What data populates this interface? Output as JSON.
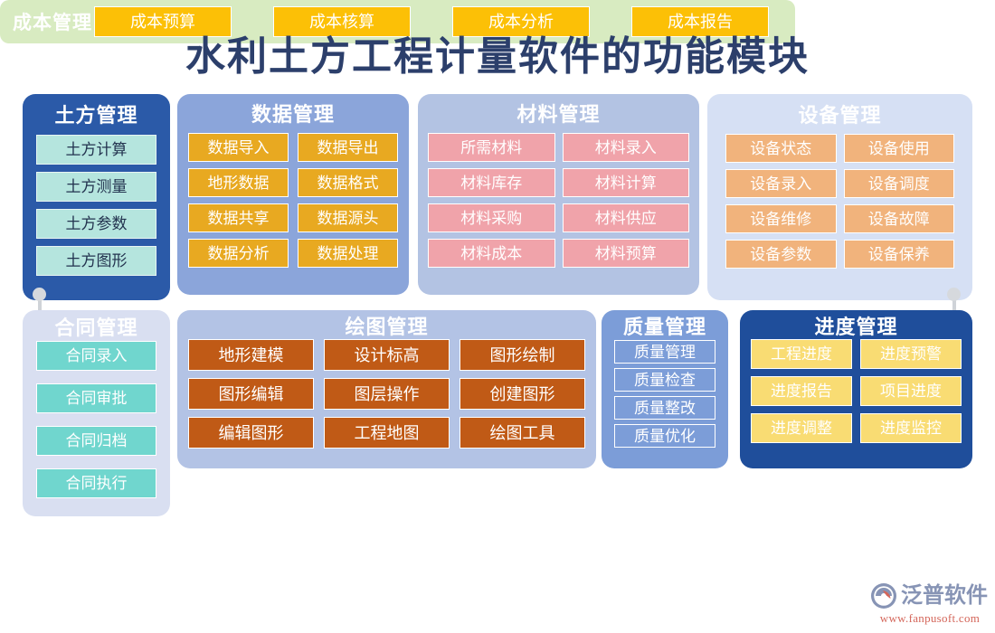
{
  "title": "水利土方工程计量软件的功能模块",
  "panels": {
    "earthwork": {
      "title": "土方管理",
      "items": [
        "土方计算",
        "土方测量",
        "土方参数",
        "土方图形"
      ],
      "bg_color": "#2B5AA8",
      "chip_color": "#B5E5DE"
    },
    "data": {
      "title": "数据管理",
      "items": [
        "数据导入",
        "数据导出",
        "地形数据",
        "数据格式",
        "数据共享",
        "数据源头",
        "数据分析",
        "数据处理"
      ],
      "bg_color": "#8BA5DA",
      "chip_color": "#E8A921"
    },
    "material": {
      "title": "材料管理",
      "items": [
        "所需材料",
        "材料录入",
        "材料库存",
        "材料计算",
        "材料采购",
        "材料供应",
        "材料成本",
        "材料预算"
      ],
      "bg_color": "#B3C3E3",
      "chip_color": "#F0A3AA"
    },
    "equipment": {
      "title": "设备管理",
      "items": [
        "设备状态",
        "设备使用",
        "设备录入",
        "设备调度",
        "设备维修",
        "设备故障",
        "设备参数",
        "设备保养"
      ],
      "bg_color": "#D6E0F4",
      "chip_color": "#F1B37C"
    },
    "contract": {
      "title": "合同管理",
      "items": [
        "合同录入",
        "合同审批",
        "合同归档",
        "合同执行"
      ],
      "bg_color": "#D9DFF1",
      "chip_color": "#70D6CE"
    },
    "drawing": {
      "title": "绘图管理",
      "items": [
        "地形建模",
        "设计标高",
        "图形绘制",
        "图形编辑",
        "图层操作",
        "创建图形",
        "编辑图形",
        "工程地图",
        "绘图工具"
      ],
      "bg_color": "#B3C3E5",
      "chip_color": "#C05A16"
    },
    "quality": {
      "title": "质量管理",
      "items": [
        "质量管理",
        "质量检查",
        "质量整改",
        "质量优化"
      ],
      "bg_color": "#7C9DD8",
      "chip_color": "#7C9DD8"
    },
    "progress": {
      "title": "进度管理",
      "items": [
        "工程进度",
        "进度预警",
        "进度报告",
        "项目进度",
        "进度调整",
        "进度监控"
      ],
      "bg_color": "#1F4E9B",
      "chip_color": "#F9DC73"
    },
    "cost": {
      "title": "成本管理",
      "items": [
        "成本预算",
        "成本核算",
        "成本分析",
        "成本报告"
      ],
      "bg_color": "#D8EBC1",
      "chip_color": "#FCC006"
    }
  },
  "logo": {
    "name": "泛普软件",
    "url": "www.fanpusoft.com",
    "name_color": "#8794B5",
    "url_color": "#D4665A"
  }
}
